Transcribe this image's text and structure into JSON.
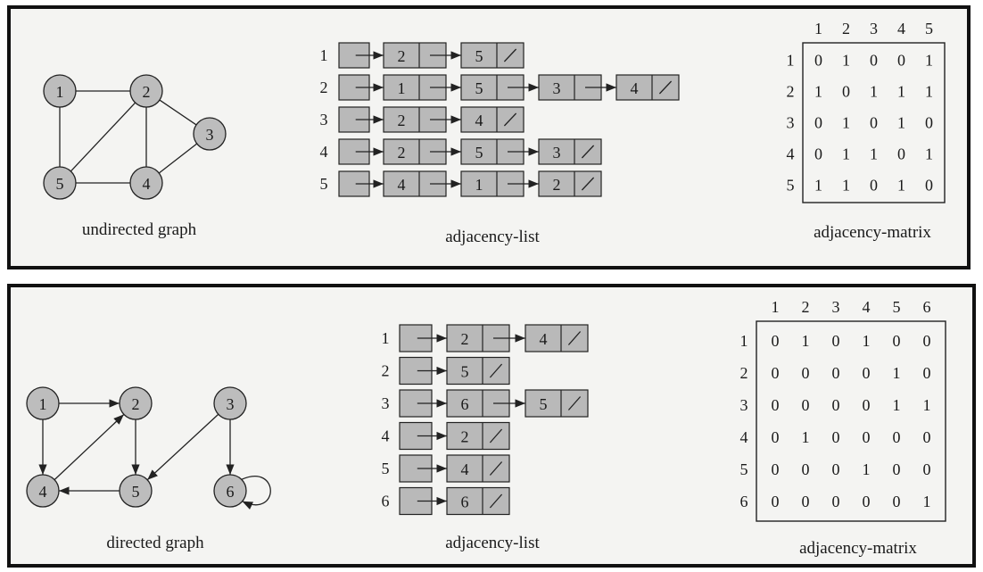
{
  "colors": {
    "node_fill": "#bdbdbd",
    "list_box_fill": "#b9b9b9",
    "stroke": "#222222",
    "panel_bg": "#f4f4f2"
  },
  "undirected": {
    "caption": "undirected graph",
    "vertices": [
      "1",
      "2",
      "3",
      "4",
      "5"
    ],
    "edges": [
      [
        "1",
        "2"
      ],
      [
        "1",
        "5"
      ],
      [
        "2",
        "5"
      ],
      [
        "2",
        "4"
      ],
      [
        "2",
        "3"
      ],
      [
        "3",
        "4"
      ],
      [
        "4",
        "5"
      ]
    ],
    "list_caption": "adjacency-list",
    "lists": [
      {
        "vertex": "1",
        "neighbors": [
          "2",
          "5"
        ]
      },
      {
        "vertex": "2",
        "neighbors": [
          "1",
          "5",
          "3",
          "4"
        ]
      },
      {
        "vertex": "3",
        "neighbors": [
          "2",
          "4"
        ]
      },
      {
        "vertex": "4",
        "neighbors": [
          "2",
          "5",
          "3"
        ]
      },
      {
        "vertex": "5",
        "neighbors": [
          "4",
          "1",
          "2"
        ]
      }
    ],
    "matrix_caption": "adjacency-matrix",
    "matrix_labels": [
      "1",
      "2",
      "3",
      "4",
      "5"
    ],
    "matrix": [
      [
        "0",
        "1",
        "0",
        "0",
        "1"
      ],
      [
        "1",
        "0",
        "1",
        "1",
        "1"
      ],
      [
        "0",
        "1",
        "0",
        "1",
        "0"
      ],
      [
        "0",
        "1",
        "1",
        "0",
        "1"
      ],
      [
        "1",
        "1",
        "0",
        "1",
        "0"
      ]
    ]
  },
  "directed": {
    "caption": "directed graph",
    "vertices": [
      "1",
      "2",
      "3",
      "4",
      "5",
      "6"
    ],
    "edges": [
      [
        "1",
        "2"
      ],
      [
        "1",
        "4"
      ],
      [
        "2",
        "5"
      ],
      [
        "4",
        "2"
      ],
      [
        "5",
        "4"
      ],
      [
        "3",
        "5"
      ],
      [
        "3",
        "6"
      ],
      [
        "6",
        "6"
      ]
    ],
    "list_caption": "adjacency-list",
    "lists": [
      {
        "vertex": "1",
        "neighbors": [
          "2",
          "4"
        ]
      },
      {
        "vertex": "2",
        "neighbors": [
          "5"
        ]
      },
      {
        "vertex": "3",
        "neighbors": [
          "6",
          "5"
        ]
      },
      {
        "vertex": "4",
        "neighbors": [
          "2"
        ]
      },
      {
        "vertex": "5",
        "neighbors": [
          "4"
        ]
      },
      {
        "vertex": "6",
        "neighbors": [
          "6"
        ]
      }
    ],
    "matrix_caption": "adjacency-matrix",
    "matrix_labels": [
      "1",
      "2",
      "3",
      "4",
      "5",
      "6"
    ],
    "matrix": [
      [
        "0",
        "1",
        "0",
        "1",
        "0",
        "0"
      ],
      [
        "0",
        "0",
        "0",
        "0",
        "1",
        "0"
      ],
      [
        "0",
        "0",
        "0",
        "0",
        "1",
        "1"
      ],
      [
        "0",
        "1",
        "0",
        "0",
        "0",
        "0"
      ],
      [
        "0",
        "0",
        "0",
        "1",
        "0",
        "0"
      ],
      [
        "0",
        "0",
        "0",
        "0",
        "0",
        "1"
      ]
    ]
  }
}
